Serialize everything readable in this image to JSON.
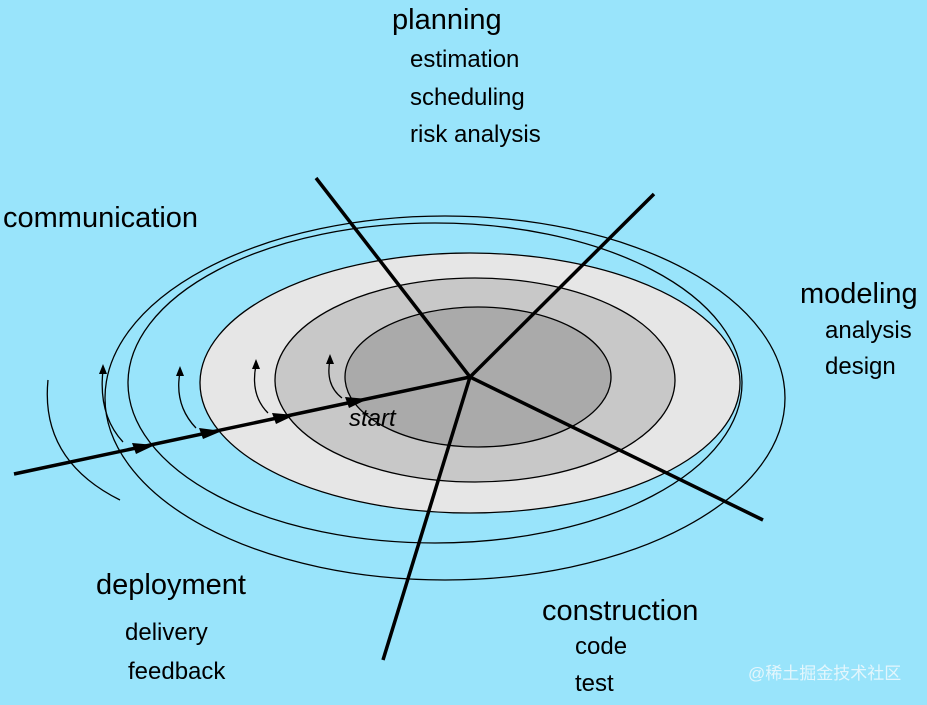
{
  "phases": {
    "planning": {
      "title": "planning",
      "tasks": [
        "estimation",
        "scheduling",
        "risk analysis"
      ]
    },
    "communication": {
      "title": "communication"
    },
    "modeling": {
      "title": "modeling",
      "tasks": [
        "analysis",
        "design"
      ]
    },
    "construction": {
      "title": "construction",
      "tasks": [
        "code",
        "test"
      ]
    },
    "deployment": {
      "title": "deployment",
      "tasks": [
        "delivery",
        "feedback"
      ]
    }
  },
  "start_label": "start",
  "watermark": "@稀土掘金技术社区",
  "colors": {
    "background": "#99e4fb",
    "ring_outer": "#e6e6e6",
    "ring_mid": "#c8c8c8",
    "ring_inner": "#aaaaaa",
    "core": "#999999",
    "lines": "#000000"
  }
}
